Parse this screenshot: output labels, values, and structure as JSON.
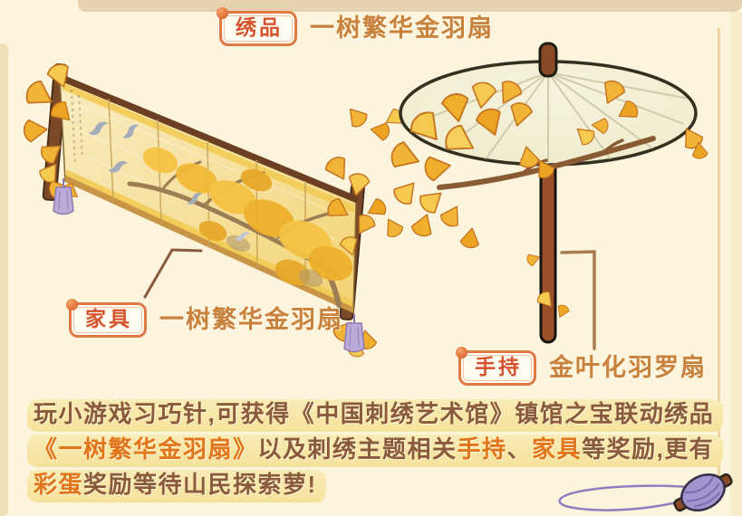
{
  "callouts": {
    "embroidery": {
      "tag": "绣品",
      "item_name": "一树繁华金羽扇"
    },
    "furniture": {
      "tag": "家具",
      "item_name": "一树繁华金羽扇"
    },
    "handheld": {
      "tag": "手持",
      "item_name": "金叶化羽罗扇"
    }
  },
  "description": {
    "line1": {
      "text": "玩小游戏习巧针,可获得《中国刺绣艺术馆》镇馆之宝联动绣品"
    },
    "line2": {
      "highlight1": "《一树繁华金羽扇》",
      "mid": "以及刺绣主题相关",
      "highlight2": "手持",
      "separator": "、",
      "highlight3": "家具",
      "end": "等奖励,更有"
    },
    "line3": {
      "highlight": "彩蛋",
      "end": "奖励等待山民探索萝!"
    }
  },
  "icons": {
    "badge_dot": "orange-dot",
    "folding_screen": "ginkgo-embroidered-folding-screen",
    "parasol": "ginkgo-oil-paper-umbrella",
    "ginkgo_leaf": "ginkgo-leaf",
    "bird": "flying-bird",
    "tassel": "purple-tassel",
    "yarn_spool": "purple-yarn-spool-with-thread"
  },
  "colors": {
    "background": "#FCF4DC",
    "frame_edge": "#E6D1AE",
    "badge_border": "#DF7A45",
    "badge_text": "#D6532D",
    "item_name_text": "#C9823D",
    "text_brown": "#8A5A3C",
    "text_orange": "#E0751C",
    "highlight_band": "#F8E9AF",
    "leaf_gold": "#F2B437",
    "wood_brown": "#8B4A27",
    "canopy_cream": "#F1EED5",
    "tassel_purple": "#B9A8D6",
    "yarn_purple": "#A494CD"
  }
}
